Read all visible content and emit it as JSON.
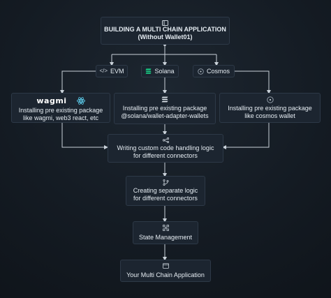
{
  "diagram": {
    "title_line1": "BUILDING A MULTI CHAIN APPLICATION",
    "title_line2": "(Without Wallet01)",
    "chips": {
      "evm": "EVM",
      "solana": "Solana",
      "cosmos": "Cosmos"
    },
    "branches": {
      "evm": {
        "logo_text": "wagmi",
        "line1": "Installing pre existing package",
        "line2": "like wagmi, web3 react, etc"
      },
      "solana": {
        "line1": "Installing pre existing package",
        "line2": "@solana/wallet-adapter-wallets"
      },
      "cosmos": {
        "line1": "Installing pre existing package",
        "line2": "like cosmos wallet"
      }
    },
    "steps": {
      "custom_code": {
        "line1": "Writing custom code handling logic",
        "line2": "for different connectors"
      },
      "separate_logic": {
        "line1": "Creating separate logic",
        "line2": "for different connectors"
      },
      "state": "State Management",
      "final": "Your Multi Chain Application"
    },
    "icons": {
      "title": "layout-icon",
      "evm": "code-brackets-icon",
      "solana": "solana-icon",
      "cosmos": "cosmos-atom-icon",
      "react": "react-icon",
      "custom_code": "share-nodes-icon",
      "separate_logic": "branch-icon",
      "state": "state-nodes-icon",
      "final": "app-window-icon"
    },
    "colors": {
      "background": "#141b23",
      "node_fill": "#1c2530",
      "node_border": "#2d3947",
      "connector": "#c9d1d9",
      "text": "#e6edf3",
      "react_accent": "#61dafb",
      "solana_accent": "#14f195"
    }
  }
}
